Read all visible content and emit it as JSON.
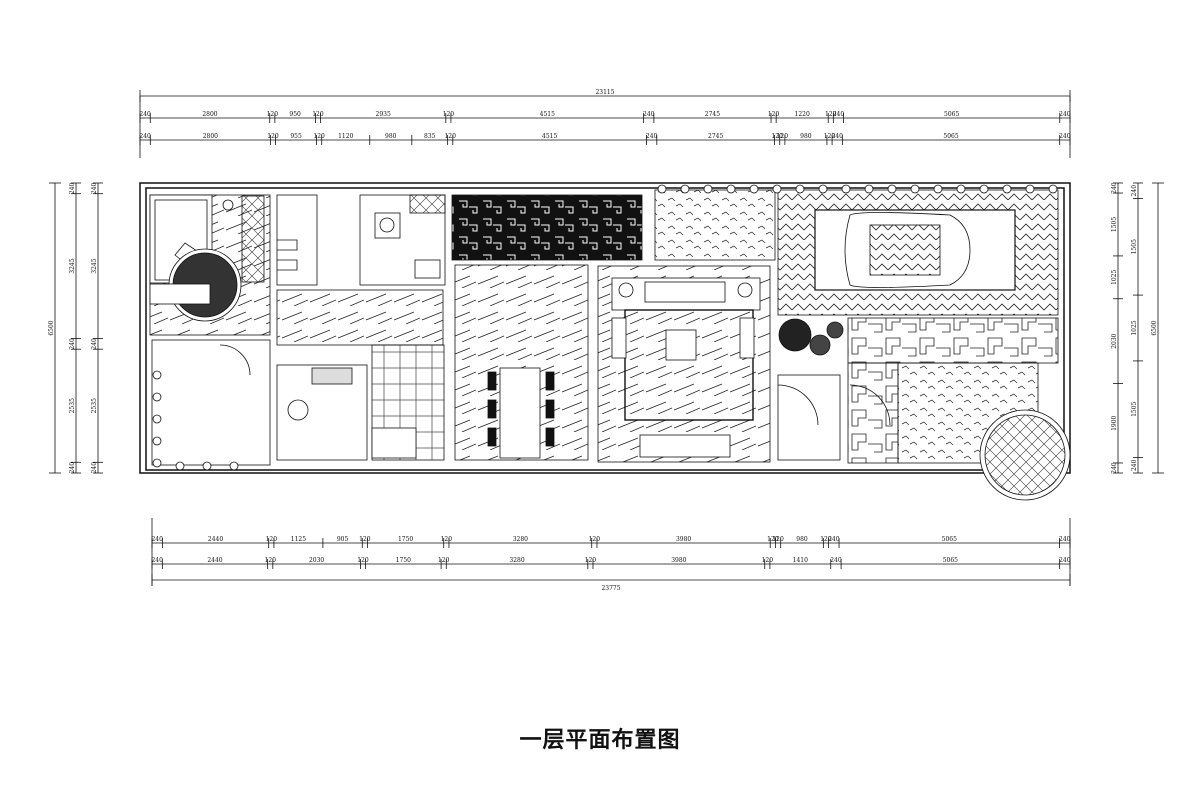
{
  "caption": "一层平面布置图",
  "top_dims": {
    "total": "23115",
    "row1": [
      "240",
      "2800",
      "120",
      "950",
      "120",
      "2935",
      "120",
      "4515",
      "240",
      "2745",
      "120",
      "1220",
      "120",
      "240",
      "5065",
      "240"
    ],
    "row2": [
      "240",
      "2800",
      "120",
      "955",
      "120",
      "1120",
      "980",
      "835",
      "120",
      "4515",
      "240",
      "2745",
      "120",
      "120",
      "980",
      "120",
      "240",
      "5065",
      "240"
    ]
  },
  "bottom_dims": {
    "total": "23775",
    "row1": [
      "240",
      "2440",
      "120",
      "1125",
      "905",
      "120",
      "1750",
      "120",
      "3280",
      "120",
      "3980",
      "120",
      "120",
      "980",
      "120",
      "240",
      "5065",
      "240"
    ],
    "row2": [
      "240",
      "2440",
      "120",
      "2030",
      "120",
      "1750",
      "120",
      "3280",
      "120",
      "3980",
      "120",
      "1410",
      "240",
      "5065",
      "240"
    ]
  },
  "left_dims": {
    "total": "6500",
    "row1": [
      "240",
      "3245",
      "240",
      "2535",
      "240"
    ],
    "row2": [
      "240",
      "3245",
      "240",
      "2535",
      "240"
    ]
  },
  "right_dims": {
    "total": "6500",
    "row1": [
      "240",
      "1505",
      "1025",
      "2030",
      "1900",
      "240"
    ],
    "row2": [
      "240",
      "1505",
      "1025",
      "1505",
      "240"
    ]
  }
}
